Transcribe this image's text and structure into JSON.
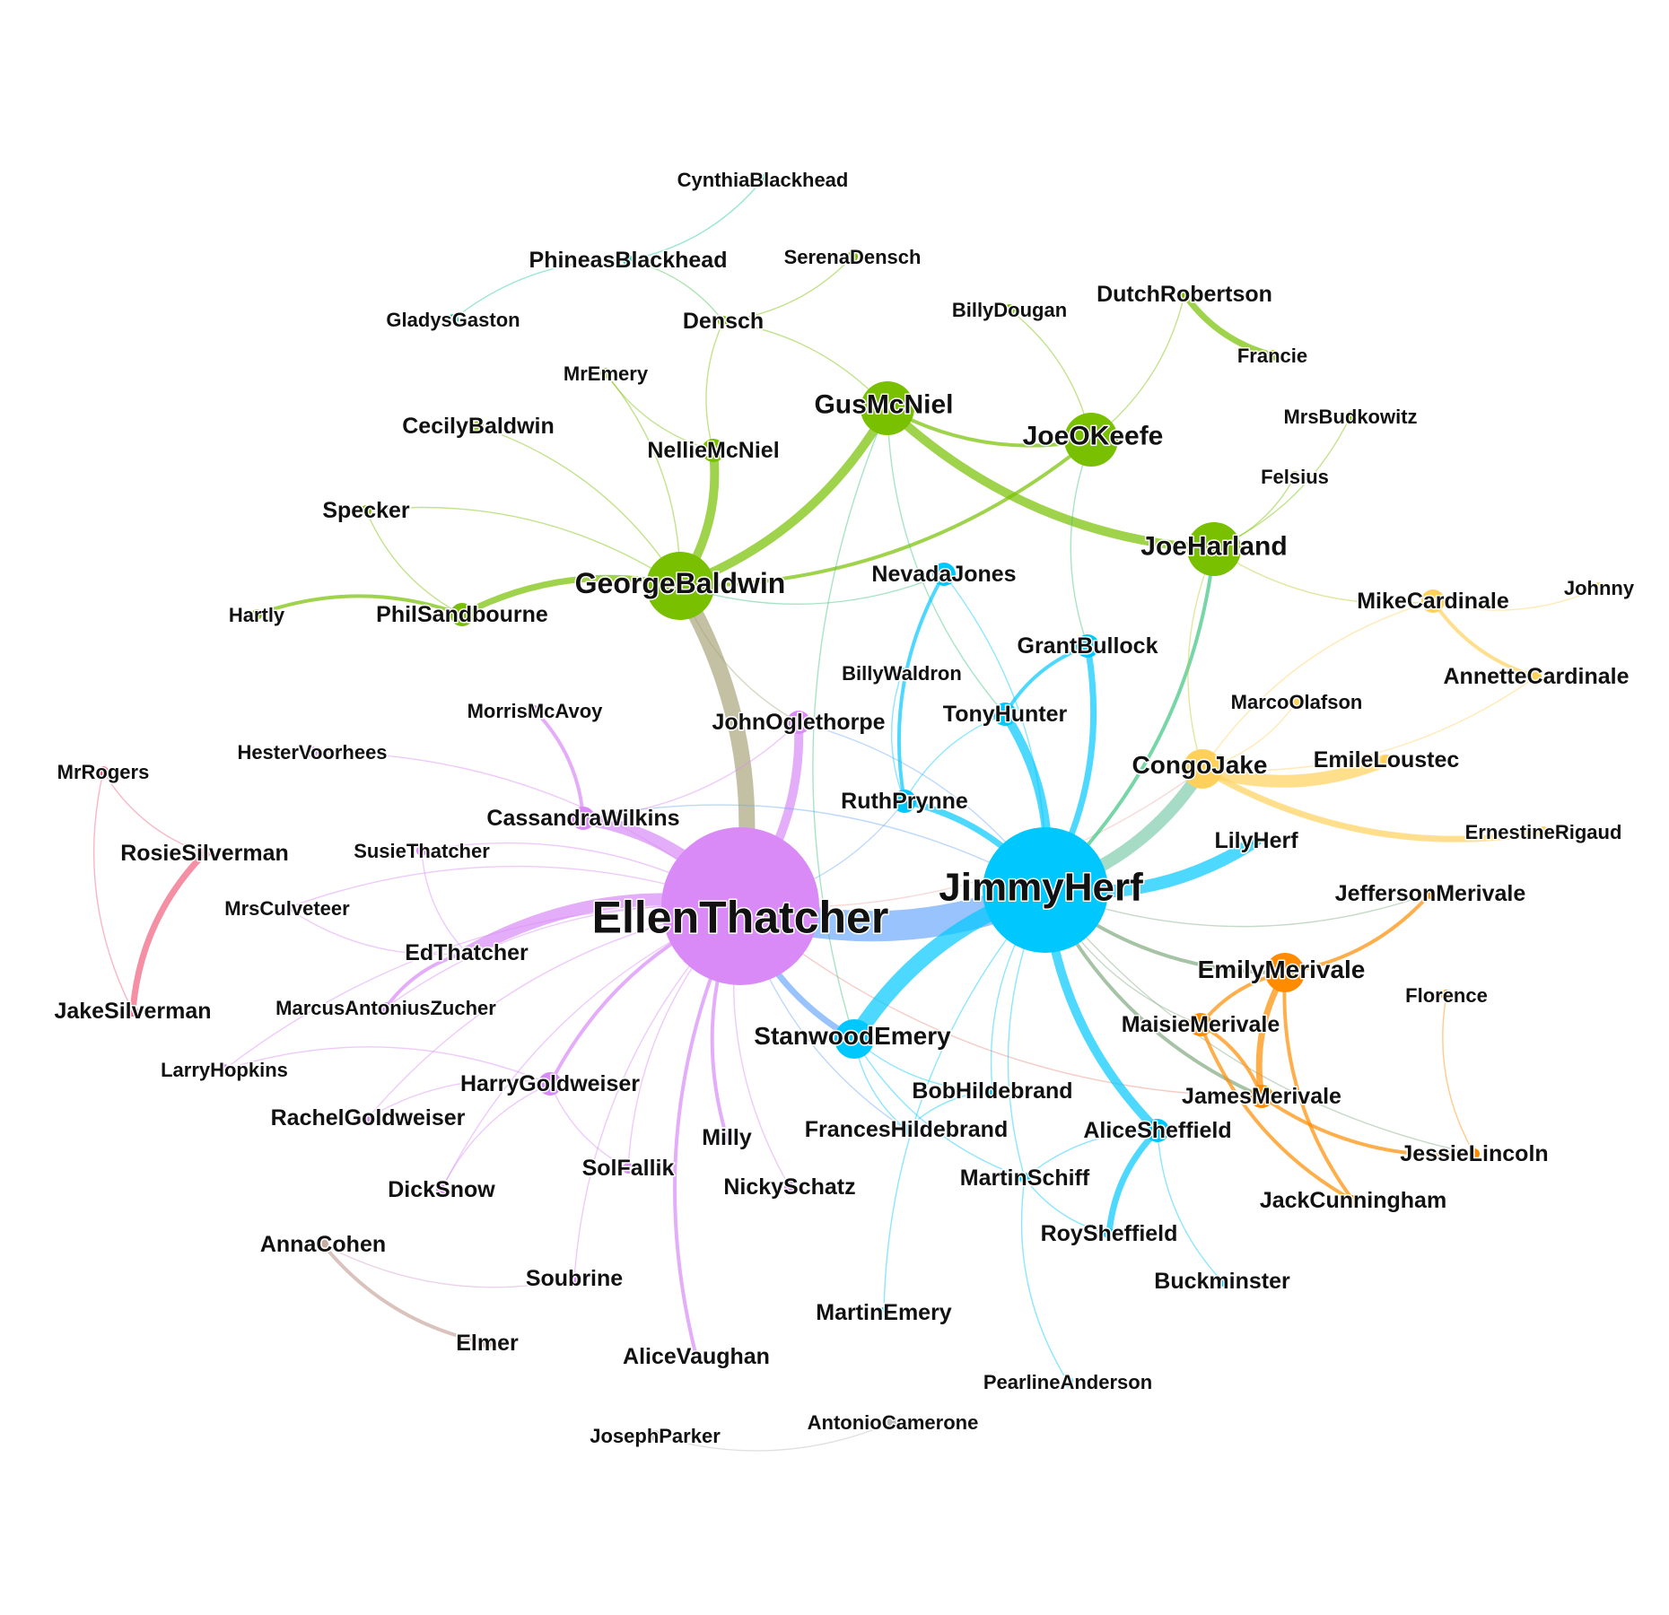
{
  "community_colors": {
    "green": "#78c000",
    "teal": "#1ec8a0",
    "cyan": "#00c8ff",
    "purple": "#d98af7",
    "yellow": "#ffd15a",
    "orange": "#ff8c00",
    "pink": "#f0607e",
    "brown": "#c9aaa0",
    "gray": "#bbbbbb"
  },
  "nodes": [
    {
      "id": "EllenThatcher",
      "label": "EllenThatcher",
      "group": "purple",
      "weight": 10
    },
    {
      "id": "JimmyHerf",
      "label": "JimmyHerf",
      "group": "cyan",
      "weight": 9
    },
    {
      "id": "GeorgeBaldwin",
      "label": "GeorgeBaldwin",
      "group": "green",
      "weight": 5
    },
    {
      "id": "GusMcNiel",
      "label": "GusMcNiel",
      "group": "green",
      "weight": 4
    },
    {
      "id": "JoeOKeefe",
      "label": "JoeOKeefe",
      "group": "green",
      "weight": 4
    },
    {
      "id": "JoeHarland",
      "label": "JoeHarland",
      "group": "green",
      "weight": 4
    },
    {
      "id": "CynthiaBlackhead",
      "label": "CynthiaBlackhead",
      "group": "teal",
      "weight": 1
    },
    {
      "id": "PhineasBlackhead",
      "label": "PhineasBlackhead",
      "group": "teal",
      "weight": 1
    },
    {
      "id": "SerenaDensch",
      "label": "SerenaDensch",
      "group": "green",
      "weight": 1
    },
    {
      "id": "GladysGaston",
      "label": "GladysGaston",
      "group": "teal",
      "weight": 1
    },
    {
      "id": "Densch",
      "label": "Densch",
      "group": "green",
      "weight": 1
    },
    {
      "id": "BillyDougan",
      "label": "BillyDougan",
      "group": "green",
      "weight": 1
    },
    {
      "id": "DutchRobertson",
      "label": "DutchRobertson",
      "group": "green",
      "weight": 1
    },
    {
      "id": "Francie",
      "label": "Francie",
      "group": "green",
      "weight": 1
    },
    {
      "id": "MrEmery",
      "label": "MrEmery",
      "group": "green",
      "weight": 1
    },
    {
      "id": "MrsBudkowitz",
      "label": "MrsBudkowitz",
      "group": "green",
      "weight": 1
    },
    {
      "id": "CecilyBaldwin",
      "label": "CecilyBaldwin",
      "group": "green",
      "weight": 1
    },
    {
      "id": "NellieMcNiel",
      "label": "NellieMcNiel",
      "group": "green",
      "weight": 2
    },
    {
      "id": "Felsius",
      "label": "Felsius",
      "group": "green",
      "weight": 1
    },
    {
      "id": "Specker",
      "label": "Specker",
      "group": "green",
      "weight": 1
    },
    {
      "id": "NevadaJones",
      "label": "NevadaJones",
      "group": "cyan",
      "weight": 2
    },
    {
      "id": "Hartly",
      "label": "Hartly",
      "group": "green",
      "weight": 1
    },
    {
      "id": "PhilSandbourne",
      "label": "PhilSandbourne",
      "group": "green",
      "weight": 2
    },
    {
      "id": "MikeCardinale",
      "label": "MikeCardinale",
      "group": "yellow",
      "weight": 2
    },
    {
      "id": "Johnny",
      "label": "Johnny",
      "group": "yellow",
      "weight": 1
    },
    {
      "id": "GrantBullock",
      "label": "GrantBullock",
      "group": "cyan",
      "weight": 2
    },
    {
      "id": "BillyWaldron",
      "label": "BillyWaldron",
      "group": "cyan",
      "weight": 1
    },
    {
      "id": "AnnetteCardinale",
      "label": "AnnetteCardinale",
      "group": "yellow",
      "weight": 1
    },
    {
      "id": "MorrisMcAvoy",
      "label": "MorrisMcAvoy",
      "group": "purple",
      "weight": 1
    },
    {
      "id": "MarcoOlafson",
      "label": "MarcoOlafson",
      "group": "yellow",
      "weight": 1
    },
    {
      "id": "JohnOglethorpe",
      "label": "JohnOglethorpe",
      "group": "purple",
      "weight": 2
    },
    {
      "id": "TonyHunter",
      "label": "TonyHunter",
      "group": "cyan",
      "weight": 2
    },
    {
      "id": "HesterVoorhees",
      "label": "HesterVoorhees",
      "group": "purple",
      "weight": 1
    },
    {
      "id": "EmileLoustec",
      "label": "EmileLoustec",
      "group": "yellow",
      "weight": 1
    },
    {
      "id": "MrRogers",
      "label": "MrRogers",
      "group": "pink",
      "weight": 1
    },
    {
      "id": "CongoJake",
      "label": "CongoJake",
      "group": "yellow",
      "weight": 3
    },
    {
      "id": "RuthPrynne",
      "label": "RuthPrynne",
      "group": "cyan",
      "weight": 2
    },
    {
      "id": "CassandraWilkins",
      "label": "CassandraWilkins",
      "group": "purple",
      "weight": 2
    },
    {
      "id": "ErnestineRigaud",
      "label": "ErnestineRigaud",
      "group": "yellow",
      "weight": 1
    },
    {
      "id": "LilyHerf",
      "label": "LilyHerf",
      "group": "cyan",
      "weight": 1
    },
    {
      "id": "RosieSilverman",
      "label": "RosieSilverman",
      "group": "pink",
      "weight": 1
    },
    {
      "id": "SusieThatcher",
      "label": "SusieThatcher",
      "group": "purple",
      "weight": 1
    },
    {
      "id": "JeffersonMerivale",
      "label": "JeffersonMerivale",
      "group": "orange",
      "weight": 1
    },
    {
      "id": "MrsCulveteer",
      "label": "MrsCulveteer",
      "group": "purple",
      "weight": 1
    },
    {
      "id": "EdThatcher",
      "label": "EdThatcher",
      "group": "purple",
      "weight": 1
    },
    {
      "id": "EmilyMerivale",
      "label": "EmilyMerivale",
      "group": "orange",
      "weight": 3
    },
    {
      "id": "Florence",
      "label": "Florence",
      "group": "orange",
      "weight": 1
    },
    {
      "id": "JakeSilverman",
      "label": "JakeSilverman",
      "group": "pink",
      "weight": 1
    },
    {
      "id": "MarcusAntoniusZucher",
      "label": "MarcusAntoniusZucher",
      "group": "purple",
      "weight": 1
    },
    {
      "id": "MaisieMerivale",
      "label": "MaisieMerivale",
      "group": "orange",
      "weight": 2
    },
    {
      "id": "StanwoodEmery",
      "label": "StanwoodEmery",
      "group": "cyan",
      "weight": 3
    },
    {
      "id": "LarryHopkins",
      "label": "LarryHopkins",
      "group": "purple",
      "weight": 1
    },
    {
      "id": "HarryGoldweiser",
      "label": "HarryGoldweiser",
      "group": "purple",
      "weight": 2
    },
    {
      "id": "BobHildebrand",
      "label": "BobHildebrand",
      "group": "cyan",
      "weight": 1
    },
    {
      "id": "JamesMerivale",
      "label": "JamesMerivale",
      "group": "orange",
      "weight": 2
    },
    {
      "id": "RachelGoldweiser",
      "label": "RachelGoldweiser",
      "group": "purple",
      "weight": 1
    },
    {
      "id": "FrancesHildebrand",
      "label": "FrancesHildebrand",
      "group": "cyan",
      "weight": 1
    },
    {
      "id": "AliceSheffield",
      "label": "AliceSheffield",
      "group": "cyan",
      "weight": 2
    },
    {
      "id": "Milly",
      "label": "Milly",
      "group": "purple",
      "weight": 1
    },
    {
      "id": "JessieLincoln",
      "label": "JessieLincoln",
      "group": "orange",
      "weight": 1
    },
    {
      "id": "SolFallik",
      "label": "SolFallik",
      "group": "purple",
      "weight": 1
    },
    {
      "id": "MartinSchiff",
      "label": "MartinSchiff",
      "group": "cyan",
      "weight": 1
    },
    {
      "id": "DickSnow",
      "label": "DickSnow",
      "group": "purple",
      "weight": 1
    },
    {
      "id": "NickySchatz",
      "label": "NickySchatz",
      "group": "purple",
      "weight": 1
    },
    {
      "id": "JackCunningham",
      "label": "JackCunningham",
      "group": "orange",
      "weight": 1
    },
    {
      "id": "AnnaCohen",
      "label": "AnnaCohen",
      "group": "brown",
      "weight": 1
    },
    {
      "id": "RoySheffield",
      "label": "RoySheffield",
      "group": "cyan",
      "weight": 1
    },
    {
      "id": "Soubrine",
      "label": "Soubrine",
      "group": "purple",
      "weight": 1
    },
    {
      "id": "Buckminster",
      "label": "Buckminster",
      "group": "cyan",
      "weight": 1
    },
    {
      "id": "MartinEmery",
      "label": "MartinEmery",
      "group": "cyan",
      "weight": 1
    },
    {
      "id": "Elmer",
      "label": "Elmer",
      "group": "brown",
      "weight": 1
    },
    {
      "id": "AliceVaughan",
      "label": "AliceVaughan",
      "group": "purple",
      "weight": 1
    },
    {
      "id": "PearlineAnderson",
      "label": "PearlineAnderson",
      "group": "cyan",
      "weight": 1
    },
    {
      "id": "JosephParker",
      "label": "JosephParker",
      "group": "gray",
      "weight": 1
    },
    {
      "id": "AntonioCamerone",
      "label": "AntonioCamerone",
      "group": "gray",
      "weight": 1
    }
  ],
  "edges": [
    {
      "source": "EllenThatcher",
      "target": "JimmyHerf",
      "weight": 10
    },
    {
      "source": "EllenThatcher",
      "target": "GeorgeBaldwin",
      "weight": 6
    },
    {
      "source": "EllenThatcher",
      "target": "CassandraWilkins",
      "weight": 5
    },
    {
      "source": "EllenThatcher",
      "target": "EdThatcher",
      "weight": 5
    },
    {
      "source": "EllenThatcher",
      "target": "JohnOglethorpe",
      "weight": 4
    },
    {
      "source": "EllenThatcher",
      "target": "StanwoodEmery",
      "weight": 3
    },
    {
      "source": "EllenThatcher",
      "target": "HarryGoldweiser",
      "weight": 2
    },
    {
      "source": "EllenThatcher",
      "target": "SusieThatcher",
      "weight": 1
    },
    {
      "source": "EllenThatcher",
      "target": "Milly",
      "weight": 2
    },
    {
      "source": "EllenThatcher",
      "target": "SolFallik",
      "weight": 1
    },
    {
      "source": "EllenThatcher",
      "target": "DickSnow",
      "weight": 1
    },
    {
      "source": "EllenThatcher",
      "target": "NickySchatz",
      "weight": 1
    },
    {
      "source": "EllenThatcher",
      "target": "Soubrine",
      "weight": 1
    },
    {
      "source": "EllenThatcher",
      "target": "AliceVaughan",
      "weight": 2
    },
    {
      "source": "EllenThatcher",
      "target": "RachelGoldweiser",
      "weight": 1
    },
    {
      "source": "EllenThatcher",
      "target": "LarryHopkins",
      "weight": 1
    },
    {
      "source": "EllenThatcher",
      "target": "MrsCulveteer",
      "weight": 1
    },
    {
      "source": "EllenThatcher",
      "target": "HesterVoorhees",
      "weight": 1
    },
    {
      "source": "EllenThatcher",
      "target": "RuthPrynne",
      "weight": 1
    },
    {
      "source": "EllenThatcher",
      "target": "CongoJake",
      "weight": 1
    },
    {
      "source": "EllenThatcher",
      "target": "JamesMerivale",
      "weight": 1
    },
    {
      "source": "EllenThatcher",
      "target": "FrancesHildebrand",
      "weight": 1
    },
    {
      "source": "EllenThatcher",
      "target": "MarcusAntoniusZucher",
      "weight": 1
    },
    {
      "source": "JimmyHerf",
      "target": "StanwoodEmery",
      "weight": 6
    },
    {
      "source": "JimmyHerf",
      "target": "CongoJake",
      "weight": 5
    },
    {
      "source": "JimmyHerf",
      "target": "LilyHerf",
      "weight": 5
    },
    {
      "source": "JimmyHerf",
      "target": "TonyHunter",
      "weight": 4
    },
    {
      "source": "JimmyHerf",
      "target": "GrantBullock",
      "weight": 3
    },
    {
      "source": "JimmyHerf",
      "target": "RuthPrynne",
      "weight": 3
    },
    {
      "source": "JimmyHerf",
      "target": "AliceSheffield",
      "weight": 4
    },
    {
      "source": "JimmyHerf",
      "target": "JoeHarland",
      "weight": 2
    },
    {
      "source": "JimmyHerf",
      "target": "EmilyMerivale",
      "weight": 2
    },
    {
      "source": "JimmyHerf",
      "target": "JamesMerivale",
      "weight": 2
    },
    {
      "source": "JimmyHerf",
      "target": "MaisieMerivale",
      "weight": 1
    },
    {
      "source": "JimmyHerf",
      "target": "BobHildebrand",
      "weight": 1
    },
    {
      "source": "JimmyHerf",
      "target": "MartinSchiff",
      "weight": 1
    },
    {
      "source": "JimmyHerf",
      "target": "NevadaJones",
      "weight": 1
    },
    {
      "source": "JimmyHerf",
      "target": "CassandraWilkins",
      "weight": 1
    },
    {
      "source": "JimmyHerf",
      "target": "JohnOglethorpe",
      "weight": 1
    },
    {
      "source": "JimmyHerf",
      "target": "MartinEmery",
      "weight": 1
    },
    {
      "source": "JimmyHerf",
      "target": "JessieLincoln",
      "weight": 1
    },
    {
      "source": "JimmyHerf",
      "target": "JeffersonMerivale",
      "weight": 1
    },
    {
      "source": "GeorgeBaldwin",
      "target": "GusMcNiel",
      "weight": 4
    },
    {
      "source": "GeorgeBaldwin",
      "target": "NellieMcNiel",
      "weight": 4
    },
    {
      "source": "GeorgeBaldwin",
      "target": "PhilSandbourne",
      "weight": 3
    },
    {
      "source": "GeorgeBaldwin",
      "target": "CecilyBaldwin",
      "weight": 1
    },
    {
      "source": "GeorgeBaldwin",
      "target": "JoeOKeefe",
      "weight": 2
    },
    {
      "source": "GeorgeBaldwin",
      "target": "NevadaJones",
      "weight": 1
    },
    {
      "source": "GeorgeBaldwin",
      "target": "JohnOglethorpe",
      "weight": 1
    },
    {
      "source": "GeorgeBaldwin",
      "target": "Specker",
      "weight": 1
    },
    {
      "source": "GeorgeBaldwin",
      "target": "MrEmery",
      "weight": 1
    },
    {
      "source": "GusMcNiel",
      "target": "JoeHarland",
      "weight": 4
    },
    {
      "source": "GusMcNiel",
      "target": "Densch",
      "weight": 1
    },
    {
      "source": "GusMcNiel",
      "target": "JoeOKeefe",
      "weight": 2
    },
    {
      "source": "GusMcNiel",
      "target": "TonyHunter",
      "weight": 1
    },
    {
      "source": "GusMcNiel",
      "target": "StanwoodEmery",
      "weight": 1
    },
    {
      "source": "JoeOKeefe",
      "target": "DutchRobertson",
      "weight": 1
    },
    {
      "source": "JoeOKeefe",
      "target": "GrantBullock",
      "weight": 1
    },
    {
      "source": "JoeOKeefe",
      "target": "BillyDougan",
      "weight": 1
    },
    {
      "source": "JoeHarland",
      "target": "MrsBudkowitz",
      "weight": 1
    },
    {
      "source": "JoeHarland",
      "target": "Felsius",
      "weight": 1
    },
    {
      "source": "JoeHarland",
      "target": "MikeCardinale",
      "weight": 1
    },
    {
      "source": "JoeHarland",
      "target": "CongoJake",
      "weight": 1
    },
    {
      "source": "DutchRobertson",
      "target": "Francie",
      "weight": 3
    },
    {
      "source": "Densch",
      "target": "SerenaDensch",
      "weight": 1
    },
    {
      "source": "Densch",
      "target": "PhineasBlackhead",
      "weight": 1
    },
    {
      "source": "Densch",
      "target": "NellieMcNiel",
      "weight": 1
    },
    {
      "source": "PhineasBlackhead",
      "target": "CynthiaBlackhead",
      "weight": 1
    },
    {
      "source": "PhineasBlackhead",
      "target": "GladysGaston",
      "weight": 1
    },
    {
      "source": "MrEmery",
      "target": "NellieMcNiel",
      "weight": 1
    },
    {
      "source": "PhilSandbourne",
      "target": "Hartly",
      "weight": 2
    },
    {
      "source": "Specker",
      "target": "PhilSandbourne",
      "weight": 1
    },
    {
      "source": "NevadaJones",
      "target": "RuthPrynne",
      "weight": 2
    },
    {
      "source": "GrantBullock",
      "target": "TonyHunter",
      "weight": 2
    },
    {
      "source": "TonyHunter",
      "target": "RuthPrynne",
      "weight": 1
    },
    {
      "source": "BillyWaldron",
      "target": "RuthPrynne",
      "weight": 1
    },
    {
      "source": "MikeCardinale",
      "target": "AnnetteCardinale",
      "weight": 2
    },
    {
      "source": "MikeCardinale",
      "target": "Johnny",
      "weight": 1
    },
    {
      "source": "MikeCardinale",
      "target": "CongoJake",
      "weight": 1
    },
    {
      "source": "CongoJake",
      "target": "EmileLoustec",
      "weight": 5
    },
    {
      "source": "CongoJake",
      "target": "ErnestineRigaud",
      "weight": 3
    },
    {
      "source": "CongoJake",
      "target": "MarcoOlafson",
      "weight": 1
    },
    {
      "source": "CongoJake",
      "target": "AnnetteCardinale",
      "weight": 1
    },
    {
      "source": "CassandraWilkins",
      "target": "MorrisMcAvoy",
      "weight": 2
    },
    {
      "source": "CassandraWilkins",
      "target": "JohnOglethorpe",
      "weight": 1
    },
    {
      "source": "SusieThatcher",
      "target": "EdThatcher",
      "weight": 1
    },
    {
      "source": "EdThatcher",
      "target": "MarcusAntoniusZucher",
      "weight": 2
    },
    {
      "source": "MrsCulveteer",
      "target": "EdThatcher",
      "weight": 1
    },
    {
      "source": "RosieSilverman",
      "target": "JakeSilverman",
      "weight": 3
    },
    {
      "source": "MrRogers",
      "target": "RosieSilverman",
      "weight": 1
    },
    {
      "source": "MrRogers",
      "target": "JakeSilverman",
      "weight": 1
    },
    {
      "source": "HarryGoldweiser",
      "target": "RachelGoldweiser",
      "weight": 1
    },
    {
      "source": "HarryGoldweiser",
      "target": "DickSnow",
      "weight": 1
    },
    {
      "source": "HarryGoldweiser",
      "target": "SolFallik",
      "weight": 1
    },
    {
      "source": "HarryGoldweiser",
      "target": "LarryHopkins",
      "weight": 1
    },
    {
      "source": "EmilyMerivale",
      "target": "JamesMerivale",
      "weight": 3
    },
    {
      "source": "EmilyMerivale",
      "target": "MaisieMerivale",
      "weight": 2
    },
    {
      "source": "EmilyMerivale",
      "target": "JeffersonMerivale",
      "weight": 2
    },
    {
      "source": "EmilyMerivale",
      "target": "JackCunningham",
      "weight": 2
    },
    {
      "source": "JamesMerivale",
      "target": "MaisieMerivale",
      "weight": 2
    },
    {
      "source": "JamesMerivale",
      "target": "JessieLincoln",
      "weight": 2
    },
    {
      "source": "Florence",
      "target": "JessieLincoln",
      "weight": 1
    },
    {
      "source": "MaisieMerivale",
      "target": "JackCunningham",
      "weight": 2
    },
    {
      "source": "AliceSheffield",
      "target": "RoySheffield",
      "weight": 3
    },
    {
      "source": "AliceSheffield",
      "target": "Buckminster",
      "weight": 1
    },
    {
      "source": "AliceSheffield",
      "target": "MartinSchiff",
      "weight": 1
    },
    {
      "source": "StanwoodEmery",
      "target": "FrancesHildebrand",
      "weight": 1
    },
    {
      "source": "StanwoodEmery",
      "target": "BobHildebrand",
      "weight": 1
    },
    {
      "source": "StanwoodEmery",
      "target": "MartinSchiff",
      "weight": 1
    },
    {
      "source": "BobHildebrand",
      "target": "FrancesHildebrand",
      "weight": 1
    },
    {
      "source": "MartinSchiff",
      "target": "PearlineAnderson",
      "weight": 1
    },
    {
      "source": "MartinSchiff",
      "target": "RoySheffield",
      "weight": 1
    },
    {
      "source": "AnnaCohen",
      "target": "Elmer",
      "weight": 2
    },
    {
      "source": "AnnaCohen",
      "target": "Soubrine",
      "weight": 1
    },
    {
      "source": "JosephParker",
      "target": "AntonioCamerone",
      "weight": 1
    }
  ]
}
